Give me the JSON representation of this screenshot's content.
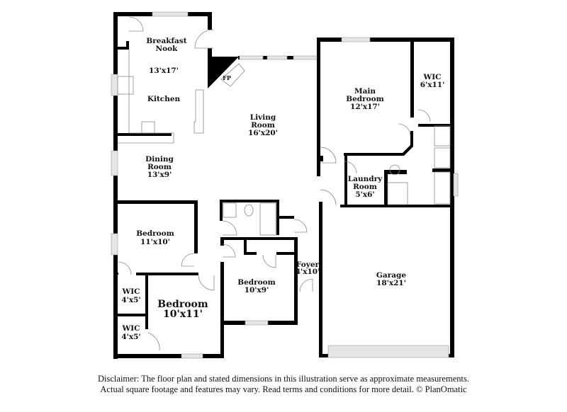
{
  "rooms": {
    "breakfast_nook": {
      "name1": "Breakfast",
      "name2": "Nook",
      "size": "13'x17'"
    },
    "kitchen": {
      "name": "Kitchen"
    },
    "fireplace": {
      "name": "FP"
    },
    "living_room": {
      "name1": "Living",
      "name2": "Room",
      "size": "16'x20'"
    },
    "main_bedroom": {
      "name1": "Main",
      "name2": "Bedroom",
      "size": "12'x17'"
    },
    "main_wic": {
      "name": "WIC",
      "size": "6'x11'"
    },
    "dining_room": {
      "name1": "Dining",
      "name2": "Room",
      "size": "13'x9'"
    },
    "laundry_room": {
      "name1": "Laundry",
      "name2": "Room",
      "size": "5'x6'"
    },
    "bedroom_a": {
      "name": "Bedroom",
      "size": "11'x10'"
    },
    "bedroom_b": {
      "name": "Bedroom",
      "size": "10'x11'"
    },
    "bedroom_c": {
      "name": "Bedroom",
      "size": "10'x9'"
    },
    "wic_a": {
      "name": "WIC",
      "size": "4'x5'"
    },
    "wic_b": {
      "name": "WIC",
      "size": "4'x5'"
    },
    "foyer": {
      "name": "Foyer",
      "size": "4'x10'"
    },
    "garage": {
      "name": "Garage",
      "size": "18'x21'"
    }
  },
  "disclaimer": {
    "line1": "Disclaimer: The floor plan and stated dimensions in this illustration serve as approximate measurements.",
    "line2": "Actual square footage and features may vary. Read terms and conditions for more detail. © PlanOmatic"
  },
  "colors": {
    "wall": "#000000",
    "window": "#d9d9d9",
    "fixture": "#888888"
  }
}
